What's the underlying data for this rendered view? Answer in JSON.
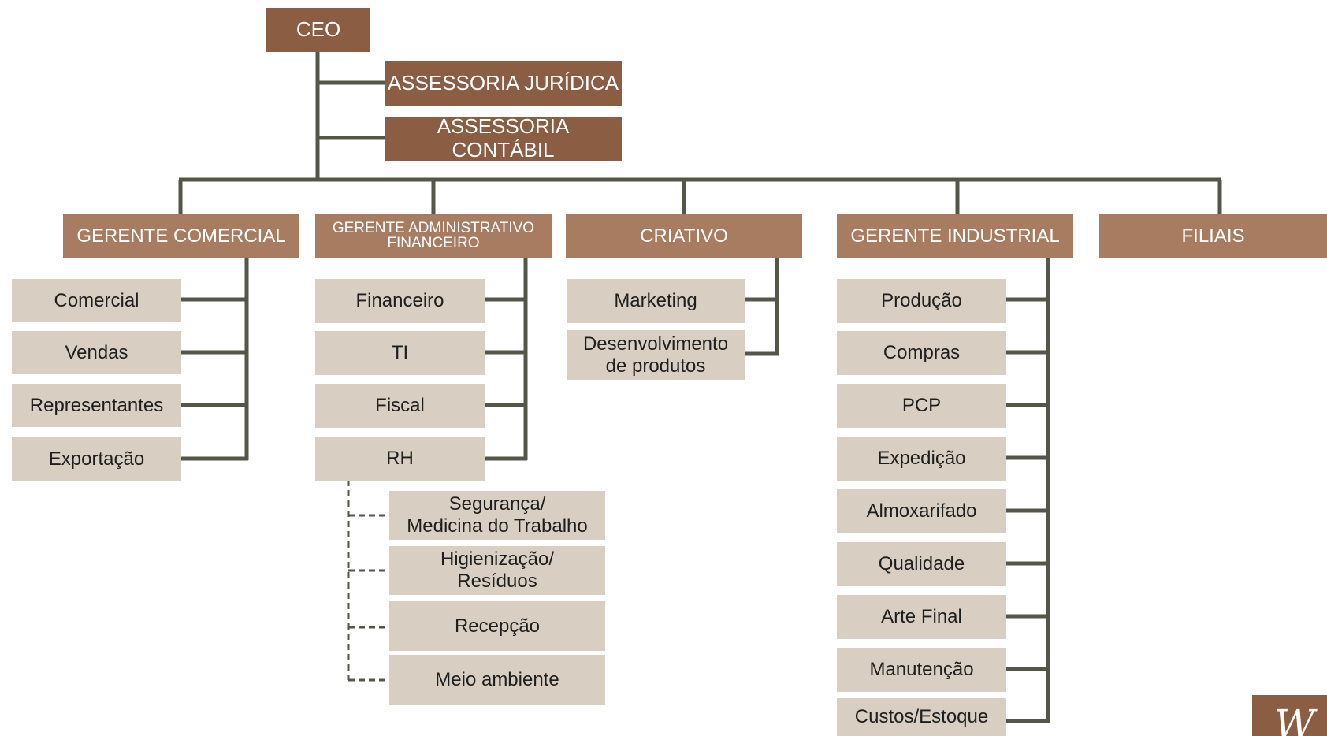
{
  "ceo": "CEO",
  "advisory": [
    "ASSESSORIA JURÍDICA",
    "ASSESSORIA CONTÁBIL"
  ],
  "managers": [
    "GERENTE COMERCIAL",
    "GERENTE ADMINISTRATIVO\nFINANCEIRO",
    "CRIATIVO",
    "GERENTE INDUSTRIAL",
    "FILIAIS"
  ],
  "departments": {
    "comercial": [
      "Comercial",
      "Vendas",
      "Representantes",
      "Exportação"
    ],
    "administrativo": [
      "Financeiro",
      "TI",
      "Fiscal",
      "RH"
    ],
    "rh": [
      "Segurança/\nMedicina do Trabalho",
      "Higienização/\nResíduos",
      "Recepção",
      "Meio ambiente"
    ],
    "criativo": [
      "Marketing",
      "Desenvolvimento\nde produtos"
    ],
    "industrial": [
      "Produção",
      "Compras",
      "PCP",
      "Expedição",
      "Almoxarifado",
      "Qualidade",
      "Arte Final",
      "Manutenção",
      "Custos/Estoque"
    ]
  },
  "logo": "W",
  "colors": {
    "dark_box": "#8b5d43",
    "manager_box": "#a87c60",
    "department_box": "#d8cfc2",
    "connector": "#54564a"
  }
}
